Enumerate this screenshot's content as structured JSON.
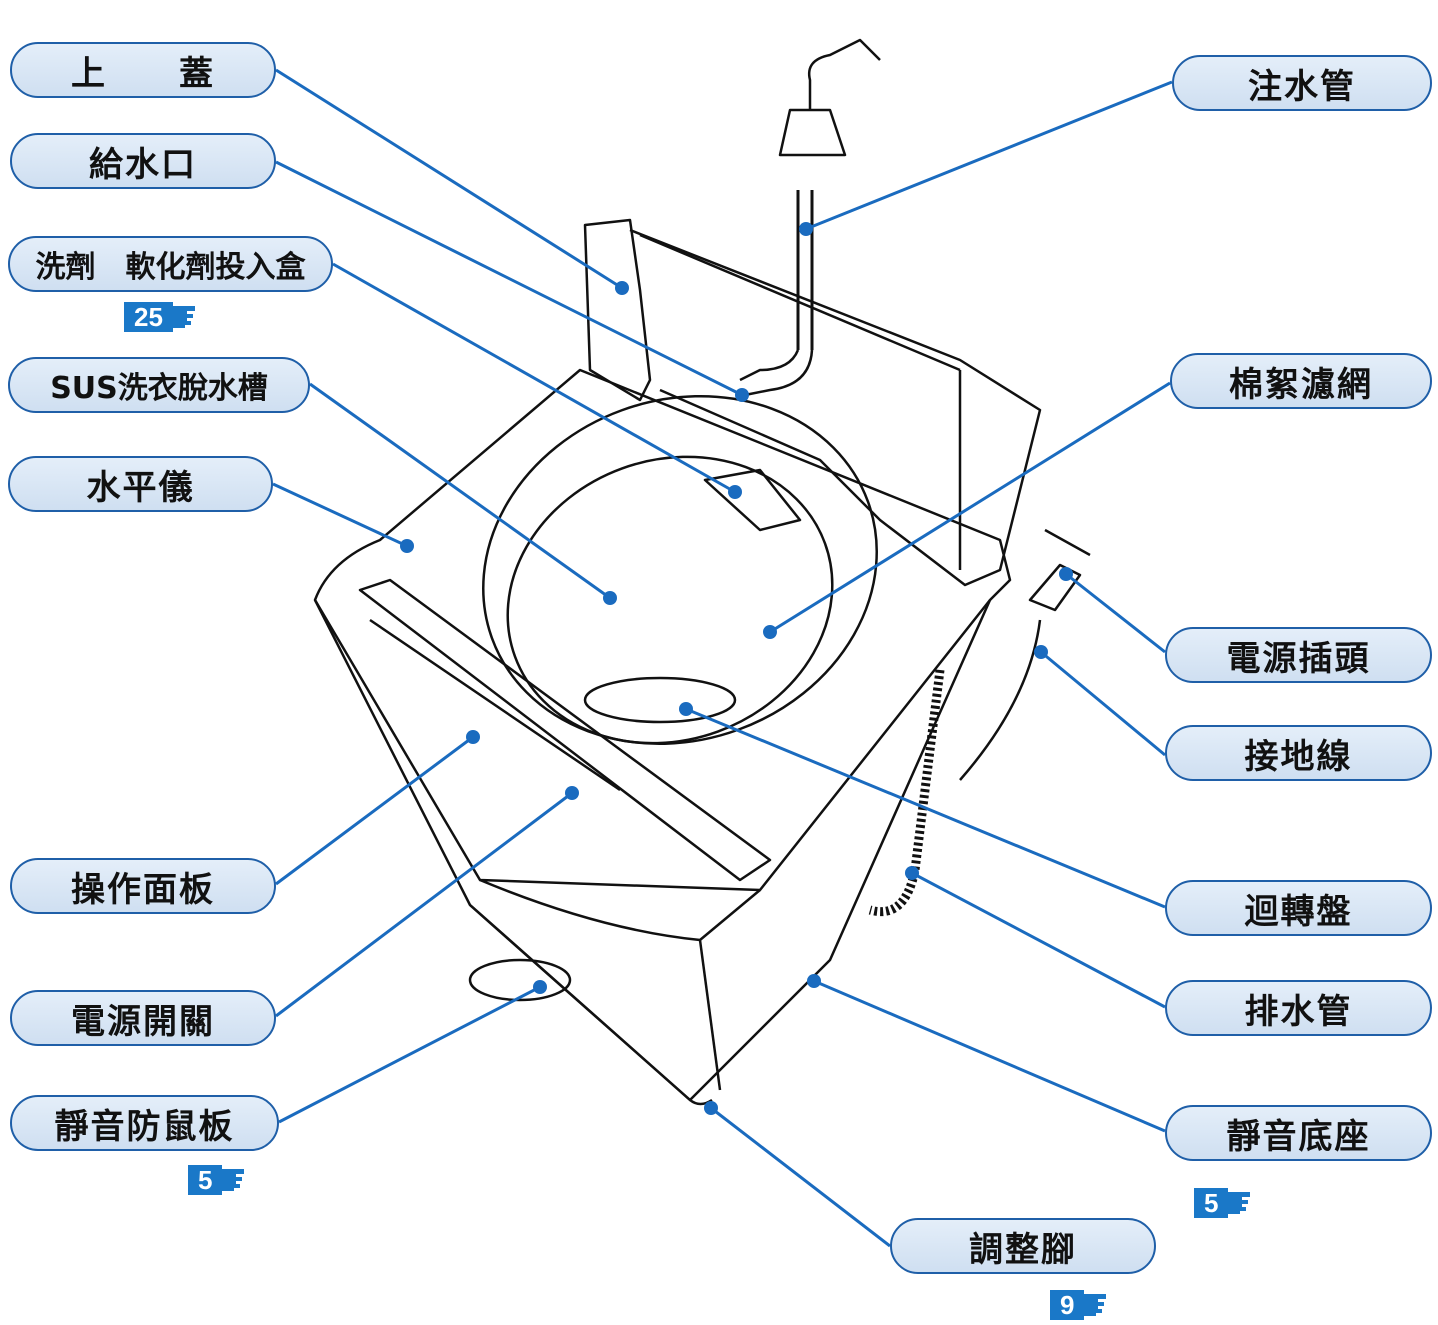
{
  "labels": {
    "lid": "上　　蓋",
    "water_inlet": "給水口",
    "detergent_box": "洗劑　軟化劑投入盒",
    "sus_tub": "SUS洗衣脫水槽",
    "level_gauge": "水平儀",
    "control_panel": "操作面板",
    "power_switch": "電源開關",
    "rodent_plate": "靜音防鼠板",
    "inlet_hose": "注水管",
    "lint_filter": "棉絮濾網",
    "power_plug": "電源插頭",
    "ground_wire": "接地線",
    "pulsator": "迴轉盤",
    "drain_hose": "排水管",
    "silent_base": "靜音底座",
    "adjust_foot": "調整腳"
  },
  "page_refs": {
    "detergent_box": "25",
    "rodent_plate": "5",
    "silent_base": "5",
    "adjust_foot": "9"
  },
  "colors": {
    "leader": "#1a6bbf",
    "pill_border": "#1f5fa8",
    "pill_fill": "#d6e5f5",
    "badge": "#1a78c8",
    "line_art": "#111111"
  }
}
